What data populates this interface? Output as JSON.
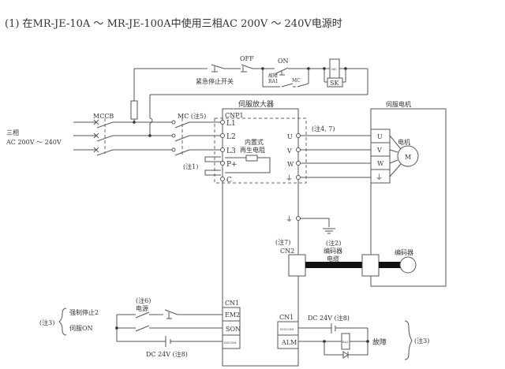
{
  "title": "(1) 在MR-JE-10A ～ MR-JE-100A中使用三相AC 200V ～ 240V电源时",
  "power": {
    "phase_label": "三相",
    "voltage_label": "AC 200V ～ 240V",
    "mccb_label": "MCCB",
    "mc_label": "MC (注5)"
  },
  "control_circuit": {
    "off_label": "OFF",
    "on_label": "ON",
    "estop_label": "紧急停止开关",
    "fault_label": "故障",
    "ra1_label": "RA1",
    "mc_contact_label": "MC",
    "coil_label": "MC",
    "sk_label": "SK"
  },
  "amplifier": {
    "title": "伺服放大器",
    "cnp1_label": "CNP1",
    "terminals_left": [
      "L1",
      "L2",
      "L3",
      "P+",
      "C"
    ],
    "terminals_right": [
      "U",
      "V",
      "W",
      "⏚"
    ],
    "regen_label_1": "内置式",
    "regen_label_2": "再生电阻",
    "note1": "(注1)",
    "note47": "(注4, 7)",
    "ground_symbol": "⏚",
    "cn2_note": "(注7)",
    "cn2_label": "CN2"
  },
  "motor": {
    "title": "伺服电机",
    "terminals": [
      "U",
      "V",
      "W",
      "⏚"
    ],
    "motor_label": "电机",
    "motor_symbol": "M",
    "encoder_label": "编码器"
  },
  "encoder_cable": {
    "note": "(注2)",
    "label_1": "编码器",
    "label_2": "电缆"
  },
  "io_left": {
    "cn1_label": "CN1",
    "pins": [
      "EM2",
      "SON",
      "DICOM"
    ],
    "note6": "(注6)",
    "power_label": "电源",
    "forced_stop_label": "强制停止2",
    "servo_on_label": "伺服ON",
    "note3": "(注3)",
    "dc_label": "DC 24V (注8)"
  },
  "io_right": {
    "cn1_label": "CN1",
    "pins": [
      "DOCOM",
      "ALM"
    ],
    "dc_label": "DC 24V (注8)",
    "relay_label": "RA1",
    "fault_label": "故障",
    "note3": "(注3)"
  }
}
